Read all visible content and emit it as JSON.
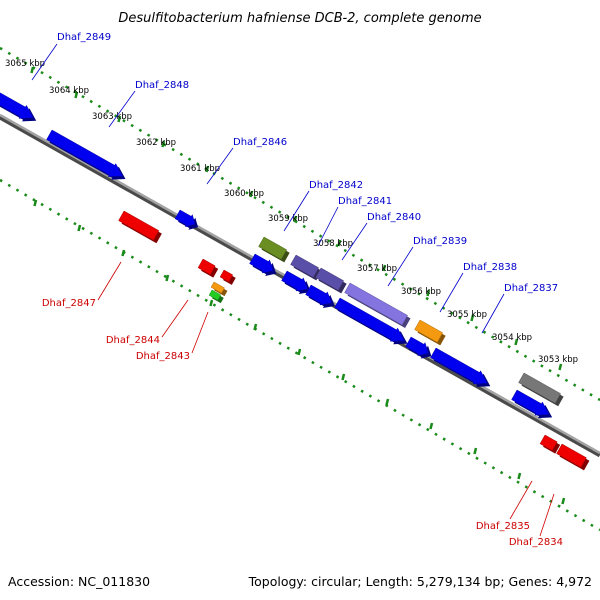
{
  "title": "Desulfitobacterium hafniense DCB-2, complete genome",
  "footer": {
    "accession": "Accession: NC_011830",
    "topology": "Topology: circular; Length: 5,279,134 bp; Genes: 4,972"
  },
  "colors": {
    "backbone": "#7d7d7d",
    "tick": "#1a8a1a",
    "blue": "#0000ee",
    "red": "#ee0000",
    "olive": "#6b8e23",
    "slate": "#5a4fa8",
    "lavender": "#8474e0",
    "orange": "#f59a10",
    "green": "#22cc22",
    "gray": "#777777",
    "label_forward": "#0000cc",
    "label_reverse": "#cc0000"
  },
  "scale_labels": [
    "3065 kbp",
    "3064 kbp",
    "3063 kbp",
    "3062 kbp",
    "3061 kbp",
    "3060 kbp",
    "3059 kbp",
    "3058 kbp",
    "3057 kbp",
    "3056 kbp",
    "3055 kbp",
    "3054 kbp",
    "3053 kbp"
  ],
  "genes_top": [
    {
      "label": "Dhaf_2849",
      "color": "blue"
    },
    {
      "label": "Dhaf_2848",
      "color": "blue"
    },
    {
      "label": "Dhaf_2846",
      "color": "blue"
    },
    {
      "label": "Dhaf_2842",
      "color": "olive"
    },
    {
      "label": "Dhaf_2841",
      "color": "slate"
    },
    {
      "label": "Dhaf_2840",
      "color": "lavender"
    },
    {
      "label": "Dhaf_2839",
      "color": "blue"
    },
    {
      "label": "Dhaf_2838",
      "color": "orange"
    },
    {
      "label": "Dhaf_2837",
      "color": "blue"
    }
  ],
  "genes_bottom": [
    {
      "label": "Dhaf_2847",
      "color": "red"
    },
    {
      "label": "Dhaf_2844",
      "color": "red"
    },
    {
      "label": "Dhaf_2843",
      "color": "green"
    },
    {
      "label": "Dhaf_2835",
      "color": "red"
    },
    {
      "label": "Dhaf_2834",
      "color": "red"
    }
  ]
}
